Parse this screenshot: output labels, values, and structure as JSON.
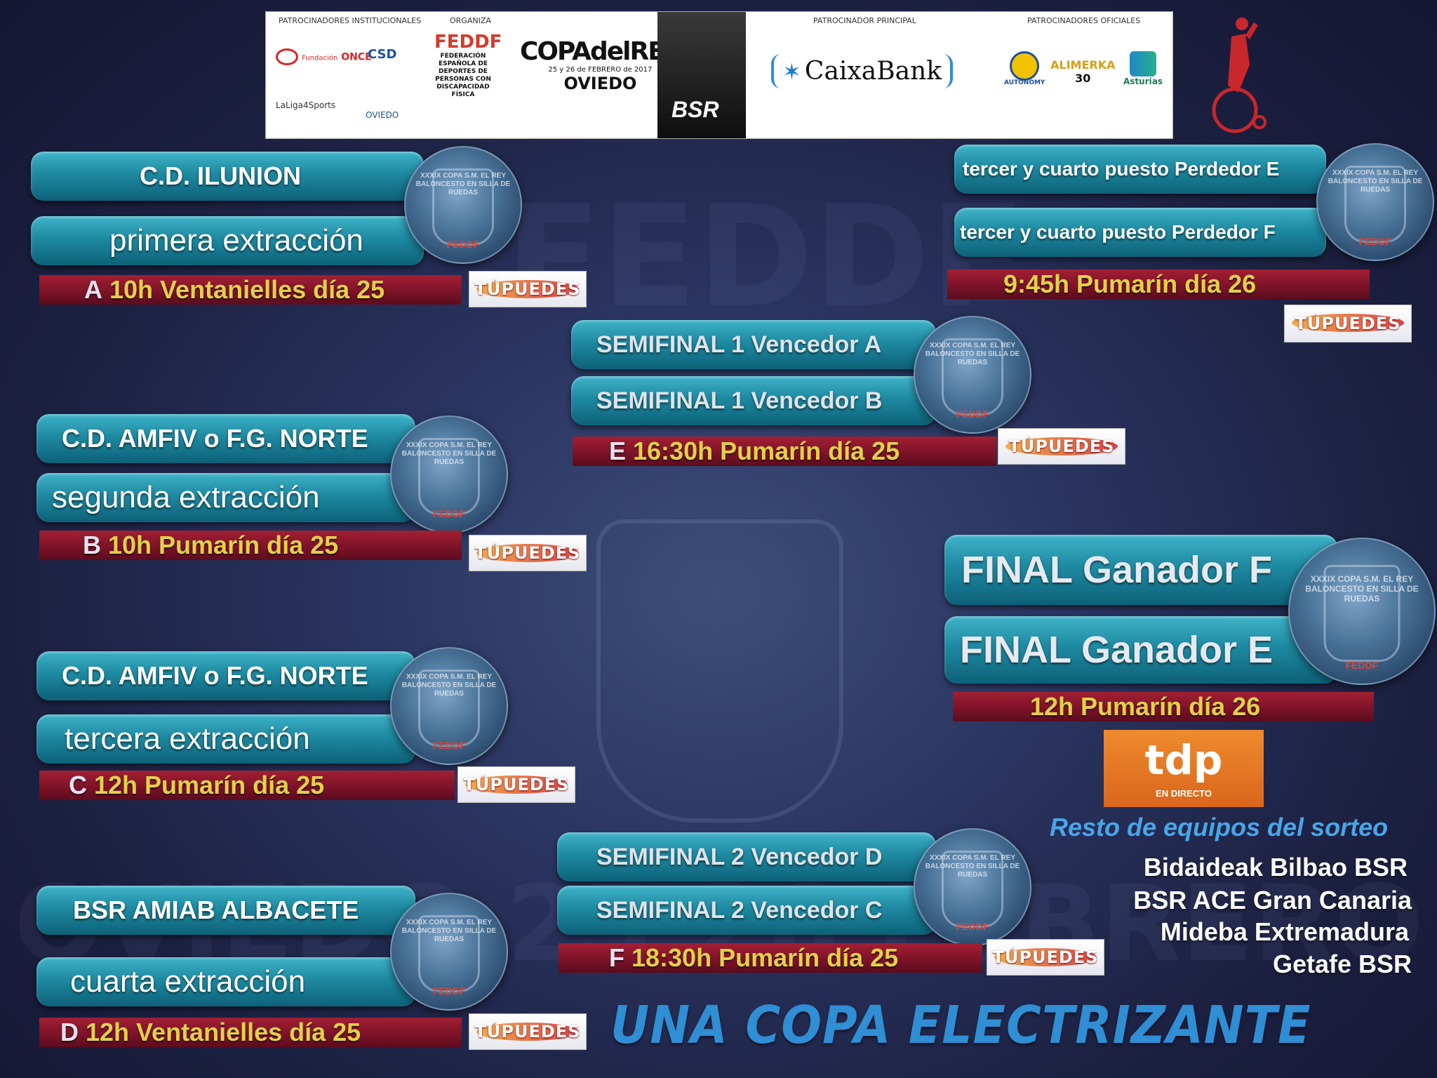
{
  "sponsors": {
    "institucionales": "PATROCINADORES INSTITUCIONALES",
    "organiza": "ORGANIZA",
    "principal": "PATROCINADOR PRINCIPAL",
    "oficiales": "PATROCINADORES OFICIALES",
    "once": "ONCE",
    "once_pre": "Fundación",
    "laliga": "LaLiga4Sports",
    "oviedo": "OVIEDO",
    "csd": "CSD",
    "feddf": "FEDDF",
    "feddf_full": "FEDERACIÓN ESPAÑOLA DE DEPORTES DE PERSONAS CON DISCAPACIDAD FÍSICA",
    "copa": "COPAdelREY",
    "copa_date": "25 y 26 de FEBRERO de 2017",
    "copa_city": "OVIEDO",
    "bsr": "BSR",
    "caixabank": "CaixaBank",
    "autonomy": "AUTONOMY",
    "alimerka": "ALIMERKA",
    "alimerka_num": "30",
    "asturias": "Asturias"
  },
  "left": {
    "a_team": "C.D. ILUNION",
    "a_draw": "primera extracción",
    "a_letter": "A",
    "a_time": "10h Ventanielles día 25",
    "b_team": "C.D. AMFIV o F.G. NORTE",
    "b_draw": "segunda extracción",
    "b_letter": "B",
    "b_time": "10h Pumarín día 25",
    "c_team": "C.D. AMFIV o F.G. NORTE",
    "c_draw": "tercera extracción",
    "c_letter": "C",
    "c_time": "12h Pumarín día 25",
    "d_team": "BSR AMIAB ALBACETE",
    "d_draw": "cuarta extracción",
    "d_letter": "D",
    "d_time": "12h Ventanielles día 25"
  },
  "semis": {
    "s1_a": "SEMIFINAL 1 Vencedor A",
    "s1_b": "SEMIFINAL 1 Vencedor B",
    "e_letter": "E",
    "e_time": "16:30h Pumarín día 25",
    "s2_d": "SEMIFINAL 2 Vencedor D",
    "s2_c": "SEMIFINAL 2 Vencedor C",
    "f_letter": "F",
    "f_time": "18:30h Pumarín día 25"
  },
  "third": {
    "line_e": "tercer y cuarto puesto Perdedor  E",
    "line_f": "tercer y cuarto puesto Perdedor  F",
    "time": "9:45h Pumarín día 26"
  },
  "final": {
    "line_f": "FINAL Ganador F",
    "line_e": "FINAL Ganador E",
    "time": "12h Pumarín día 26"
  },
  "ball_text": "XXXIX COPA S.M. EL REY BALONCESTO EN SILLA DE RUEDAS",
  "ball_logo": "FEDDF",
  "tv_label": "TÚPUEDES",
  "tdp": {
    "name": "tdp",
    "sub": "EN DIRECTO"
  },
  "resto": {
    "title": "Resto de equipos del sorteo",
    "teams": [
      "Bidaideak Bilbao BSR",
      "BSR ACE Gran Canaria",
      "Mideba Extremadura",
      "Getafe BSR"
    ]
  },
  "slogan": "UNA COPA ELECTRIZANTE",
  "background_words": {
    "top": "FEDDF",
    "bottom": "OVIEDO 25·26 FEBRERO"
  },
  "colors": {
    "teal": "#1e8aa2",
    "maroon": "#7d1328",
    "gold": "#e3d04a",
    "slogan_blue": "#2f8ed4"
  }
}
